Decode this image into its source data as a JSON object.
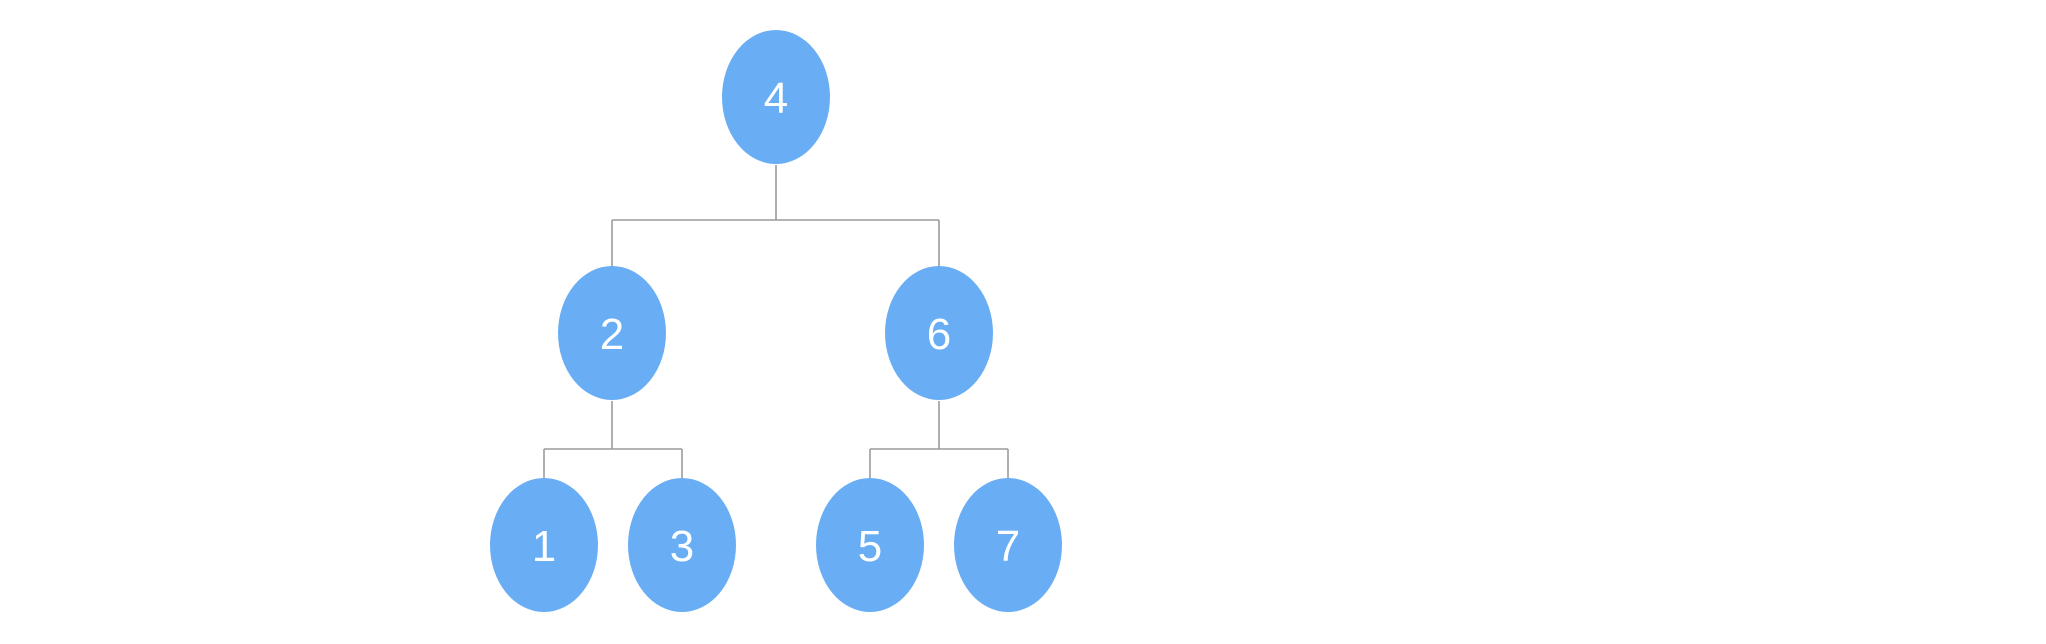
{
  "diagram": {
    "type": "binary-tree",
    "colors": {
      "node_fill": "#69aef5",
      "node_text": "#ffffff",
      "connector": "#9b9b9b",
      "background": "#ffffff"
    },
    "nodes": [
      {
        "id": "n4",
        "label": "4"
      },
      {
        "id": "n2",
        "label": "2"
      },
      {
        "id": "n6",
        "label": "6"
      },
      {
        "id": "n1",
        "label": "1"
      },
      {
        "id": "n3",
        "label": "3"
      },
      {
        "id": "n5",
        "label": "5"
      },
      {
        "id": "n7",
        "label": "7"
      }
    ],
    "edges": [
      {
        "from": "n4",
        "to": "n2"
      },
      {
        "from": "n4",
        "to": "n6"
      },
      {
        "from": "n2",
        "to": "n1"
      },
      {
        "from": "n2",
        "to": "n3"
      },
      {
        "from": "n6",
        "to": "n5"
      },
      {
        "from": "n6",
        "to": "n7"
      }
    ]
  }
}
